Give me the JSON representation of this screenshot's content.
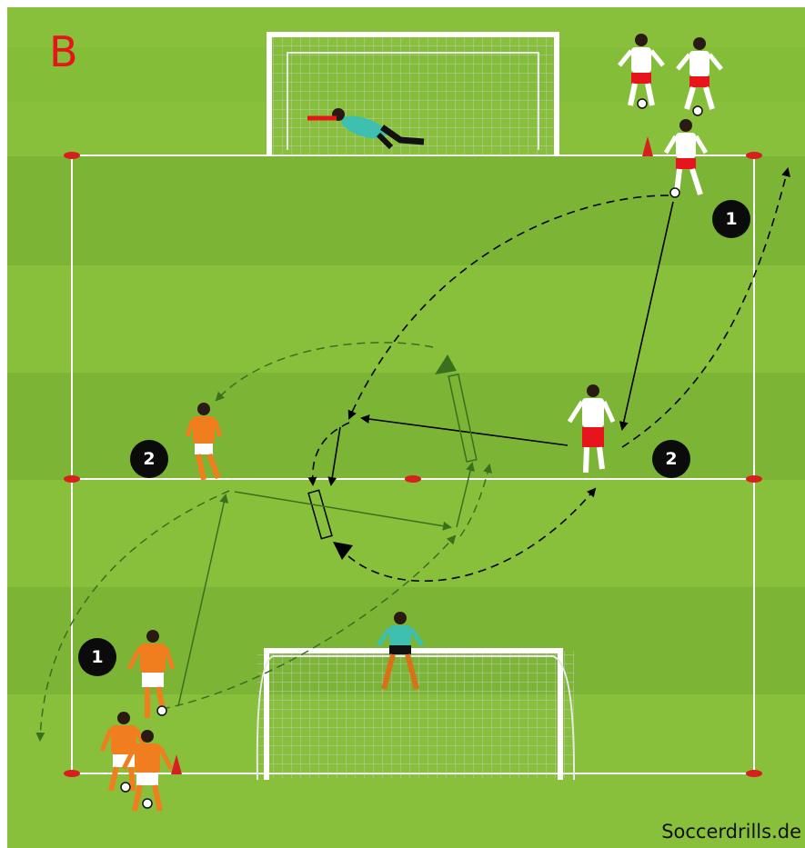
{
  "drill": {
    "label": "B",
    "watermark": "Soccerdrills.de",
    "steps": [
      "1",
      "2",
      "1",
      "2"
    ]
  },
  "colors": {
    "grass_light": "#8cc43f",
    "grass_dark": "#7ab635",
    "lines": "#ffffff",
    "cones": "#d81e1e",
    "team_red_white": "#e8141b",
    "team_orange": "#f07d1e",
    "goalkeeper": "#3ec0b0",
    "attacker_path": "#000000",
    "defender_path": "#3a6f1e"
  },
  "icons": [
    "goal-icon",
    "cone-icon",
    "ball-icon",
    "player-icon",
    "goalkeeper-icon"
  ]
}
